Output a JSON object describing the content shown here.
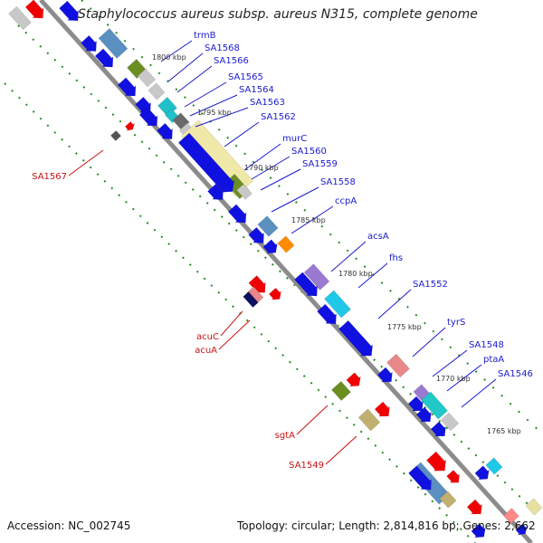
{
  "title": "Staphylococcus aureus subsp. aureus N315, complete genome",
  "footer": {
    "accession": "Accession: NC_002745",
    "summary": "Topology: circular; Length: 2,814,816 bp; Genes: 2,662"
  },
  "colors": {
    "backbone": "#8c8c8c",
    "tick": "#2a8a2a",
    "label_forward": "#1a1acc",
    "label_reverse": "#cc1111",
    "kbp_label": "#333333",
    "gene_blue": "#1010e0",
    "gene_red": "#f00000"
  },
  "scale_labels": [
    "1800 kbp",
    "1795 kbp",
    "1790 kbp",
    "1785 kbp",
    "1780 kbp",
    "1775 kbp",
    "1770 kbp",
    "1765 kbp"
  ],
  "forward_labels": [
    "trmB",
    "SA1568",
    "SA1566",
    "SA1565",
    "SA1564",
    "SA1563",
    "SA1562",
    "murC",
    "SA1560",
    "SA1559",
    "SA1558",
    "ccpA",
    "acsA",
    "fhs",
    "SA1552",
    "tyrS",
    "SA1548",
    "ptaA",
    "SA1546"
  ],
  "reverse_labels": [
    "SA1567",
    "acuC",
    "acuA",
    "sgtA",
    "SA1549"
  ]
}
